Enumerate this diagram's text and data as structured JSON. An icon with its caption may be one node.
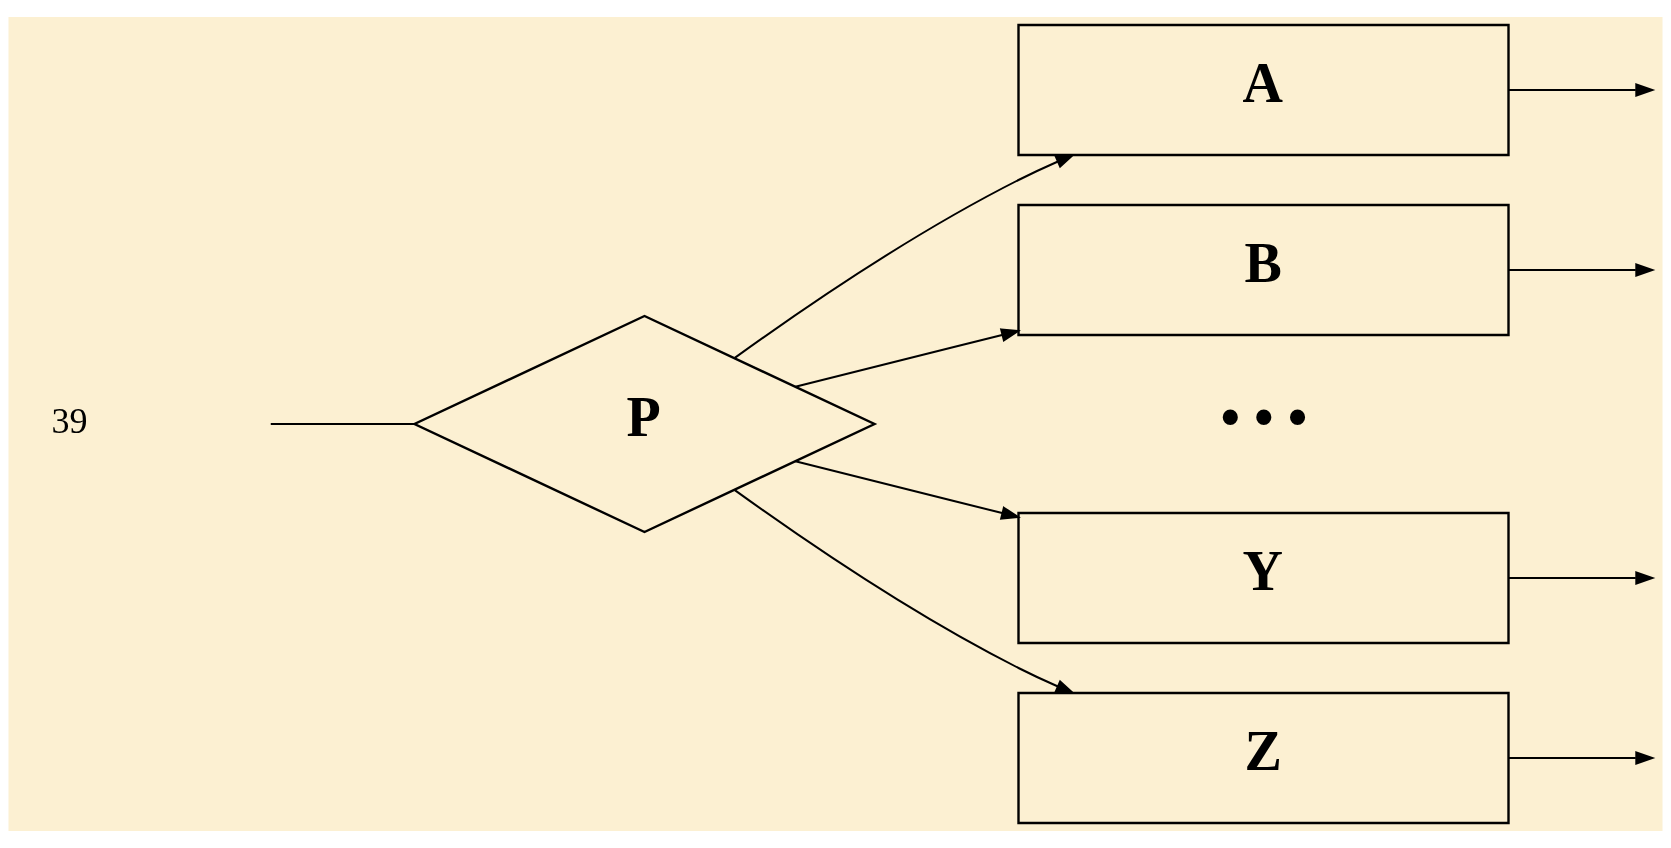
{
  "diagram": {
    "nodes": [
      {
        "text": [
          "P"
        ]
      },
      {
        "text": [
          "A"
        ]
      },
      {
        "text": [
          "B"
        ]
      },
      {
        "text": [
          "Y"
        ]
      },
      {
        "text": [
          "Z"
        ]
      }
    ],
    "edges": [
      {
        "from": null,
        "to": 0,
        "arrow": "none"
      },
      {
        "from": 0,
        "to": 1,
        "arrow": "to"
      },
      {
        "from": 0,
        "to": 2,
        "arrow": "to"
      },
      {
        "from": 0,
        "to": 3,
        "arrow": "to"
      },
      {
        "from": 0,
        "to": 4,
        "arrow": "to"
      },
      {
        "from": 1,
        "to": null,
        "arrow": "to"
      },
      {
        "from": 2,
        "to": null,
        "arrow": "to"
      },
      {
        "from": 3,
        "to": null,
        "arrow": "to"
      },
      {
        "from": 4,
        "to": null,
        "arrow": "to"
      }
    ],
    "labels": [
      "• • •",
      "39"
    ]
  }
}
